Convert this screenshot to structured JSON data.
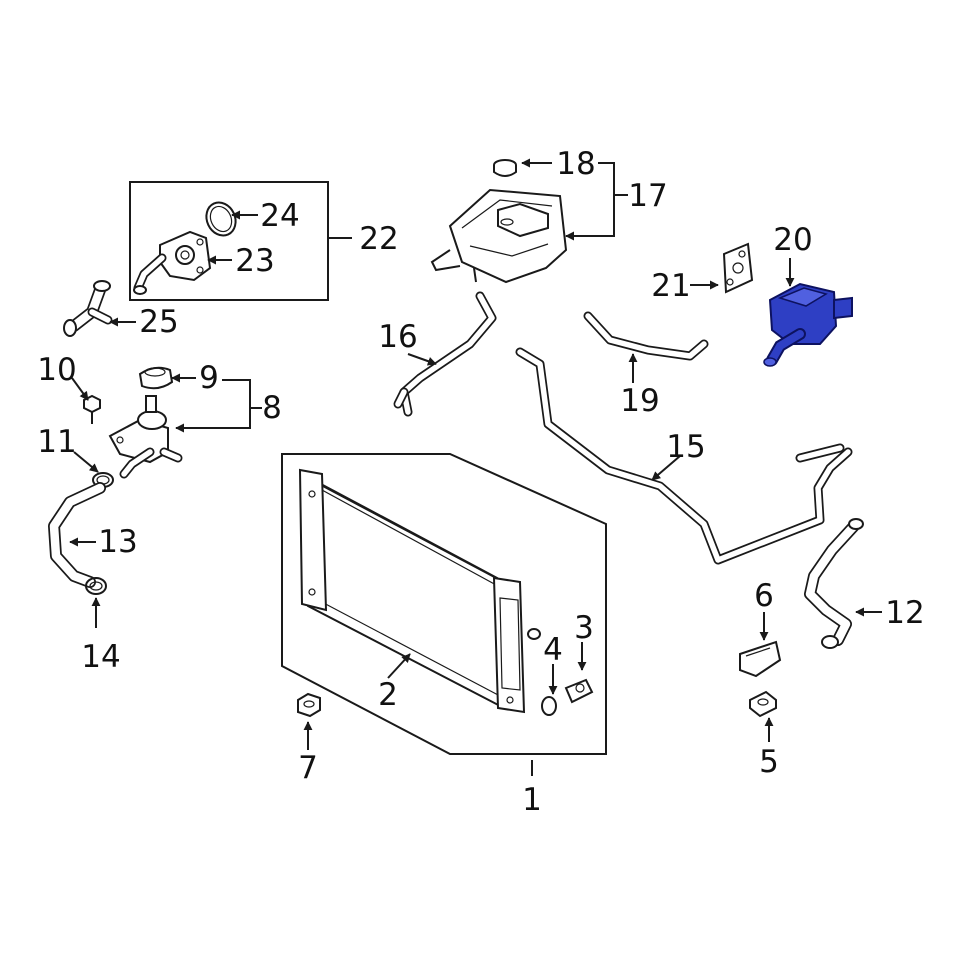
{
  "colors": {
    "line": "#1a1a1a",
    "highlight": "#2e3fc4",
    "background": "#ffffff"
  },
  "callouts": [
    {
      "id": "c1",
      "text": "1"
    },
    {
      "id": "c2",
      "text": "2"
    },
    {
      "id": "c3",
      "text": "3"
    },
    {
      "id": "c4",
      "text": "4"
    },
    {
      "id": "c5",
      "text": "5"
    },
    {
      "id": "c6",
      "text": "6"
    },
    {
      "id": "c7",
      "text": "7"
    },
    {
      "id": "c8",
      "text": "8"
    },
    {
      "id": "c9",
      "text": "9"
    },
    {
      "id": "c10",
      "text": "10"
    },
    {
      "id": "c11",
      "text": "11"
    },
    {
      "id": "c12",
      "text": "12"
    },
    {
      "id": "c13",
      "text": "13"
    },
    {
      "id": "c14",
      "text": "14"
    },
    {
      "id": "c15",
      "text": "15"
    },
    {
      "id": "c16",
      "text": "16"
    },
    {
      "id": "c17",
      "text": "17"
    },
    {
      "id": "c18",
      "text": "18"
    },
    {
      "id": "c19",
      "text": "19"
    },
    {
      "id": "c20",
      "text": "20"
    },
    {
      "id": "c21",
      "text": "21"
    },
    {
      "id": "c22",
      "text": "22"
    },
    {
      "id": "c23",
      "text": "23"
    },
    {
      "id": "c24",
      "text": "24"
    },
    {
      "id": "c25",
      "text": "25"
    }
  ],
  "highlighted_part": "20"
}
